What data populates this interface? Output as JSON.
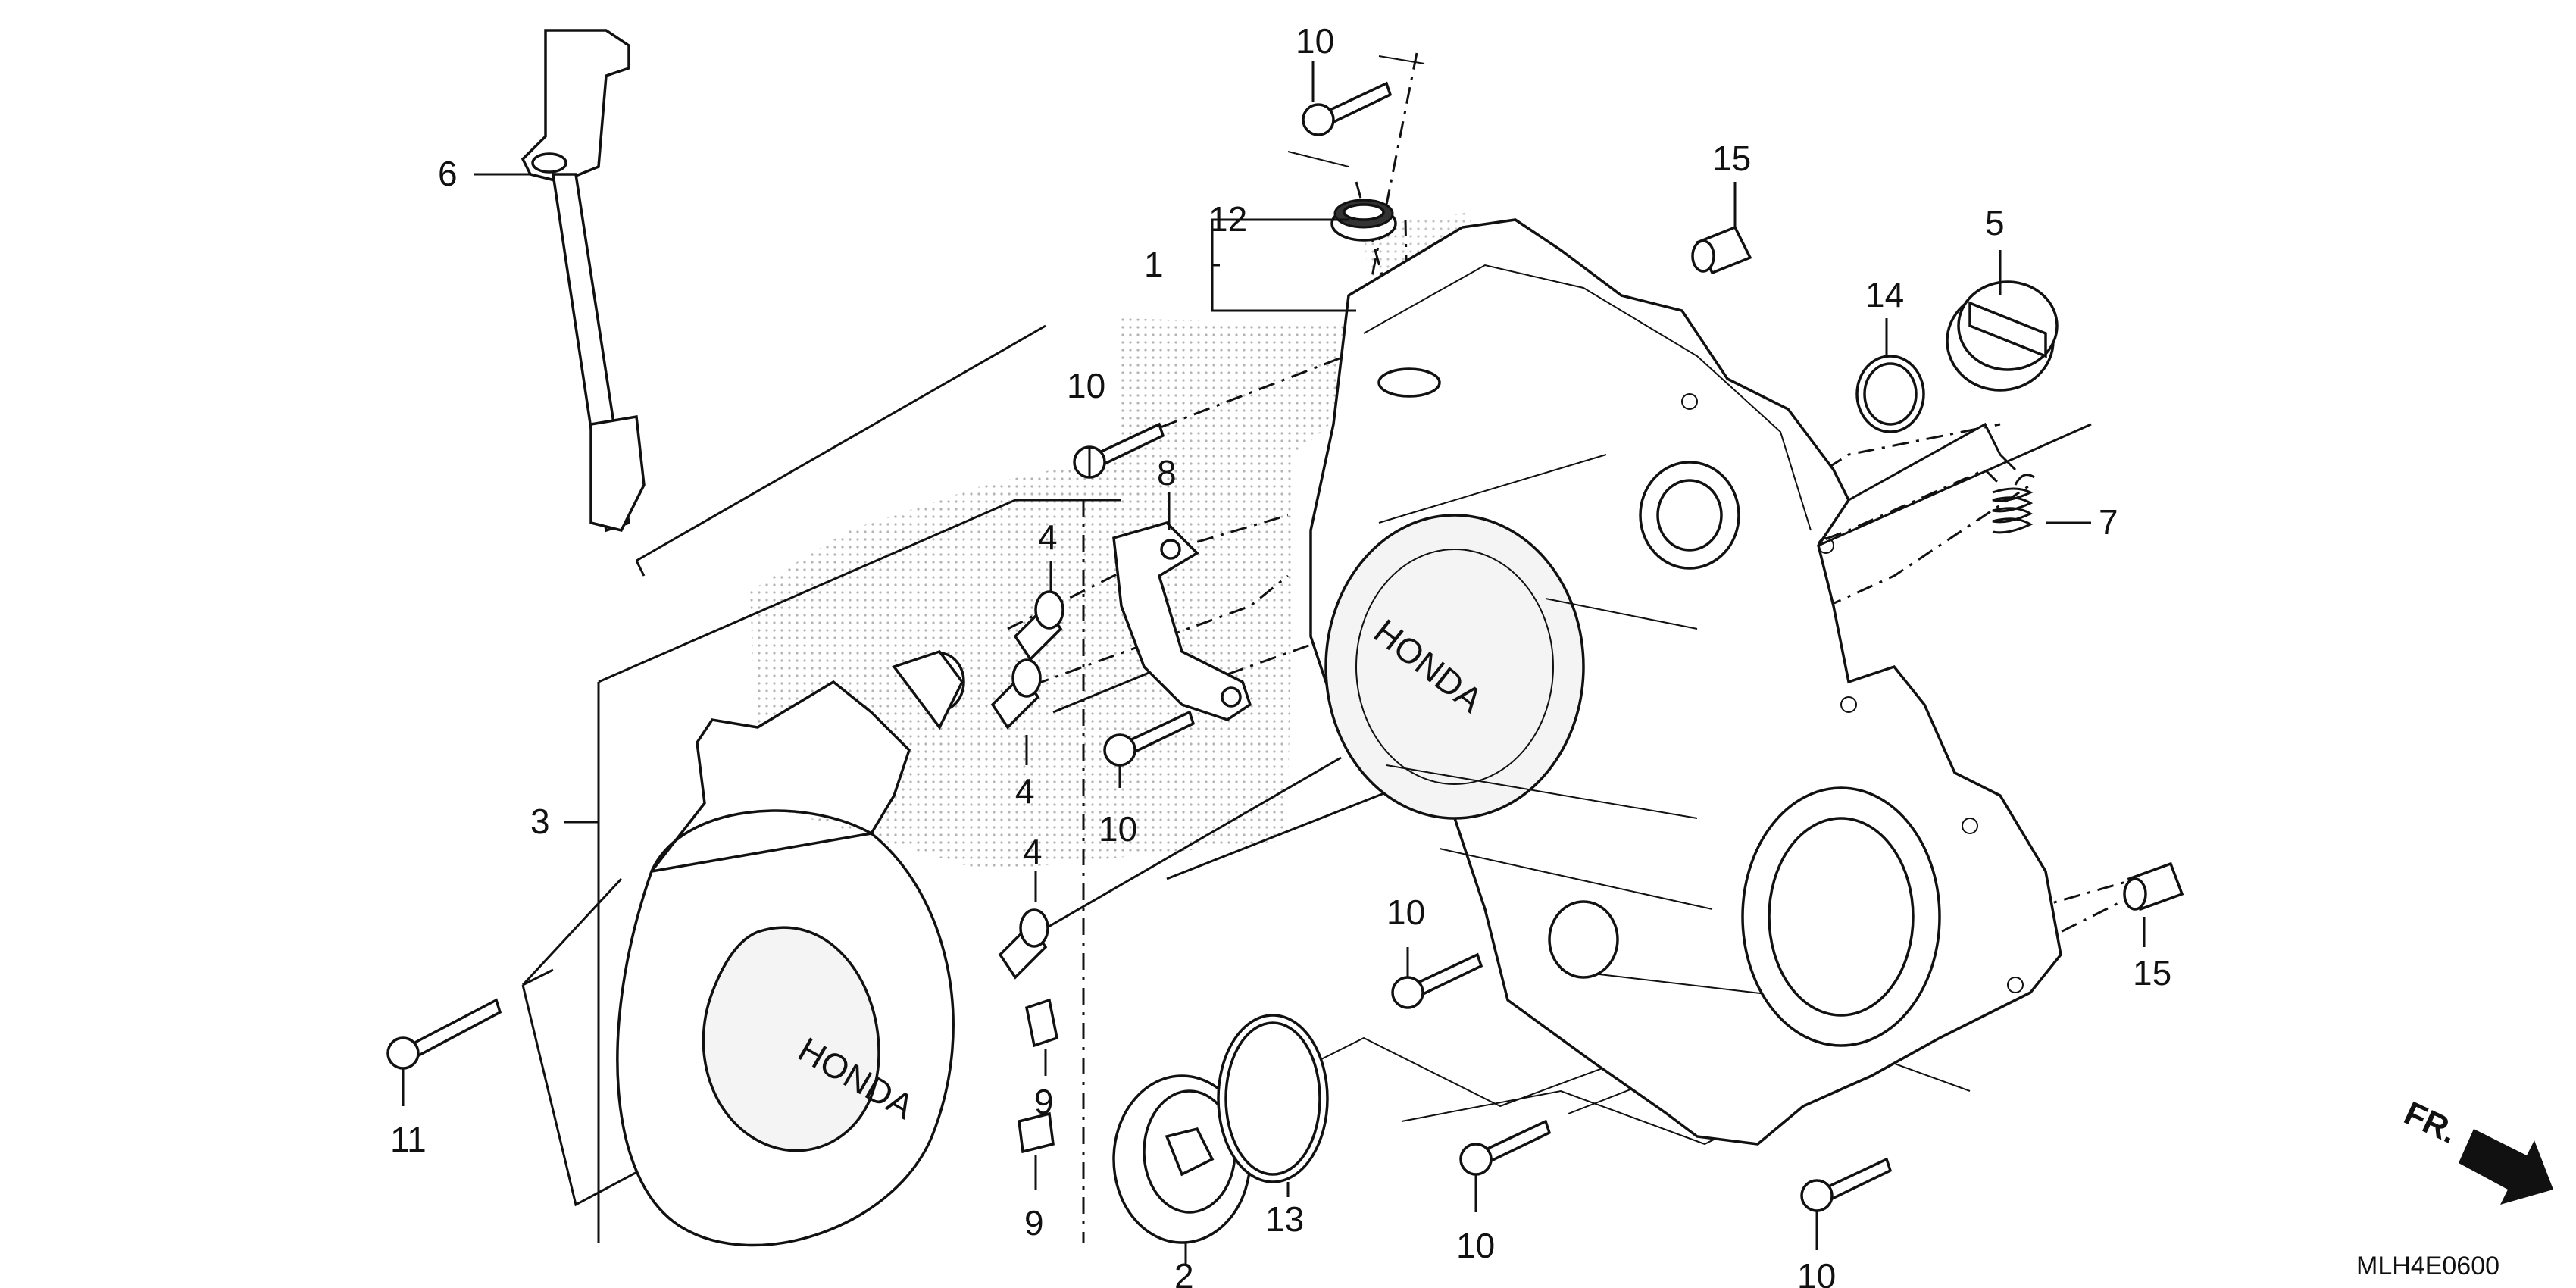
{
  "callouts": [
    "10",
    "15",
    "5",
    "12",
    "1",
    "14",
    "10",
    "7",
    "6",
    "8",
    "4",
    "4",
    "10",
    "3",
    "4",
    "10",
    "15",
    "9",
    "11",
    "9",
    "2",
    "13",
    "10",
    "10"
  ],
  "diagram_code": "MLH4E0600",
  "direction_label": "FR.",
  "logo_text": "HONDA"
}
